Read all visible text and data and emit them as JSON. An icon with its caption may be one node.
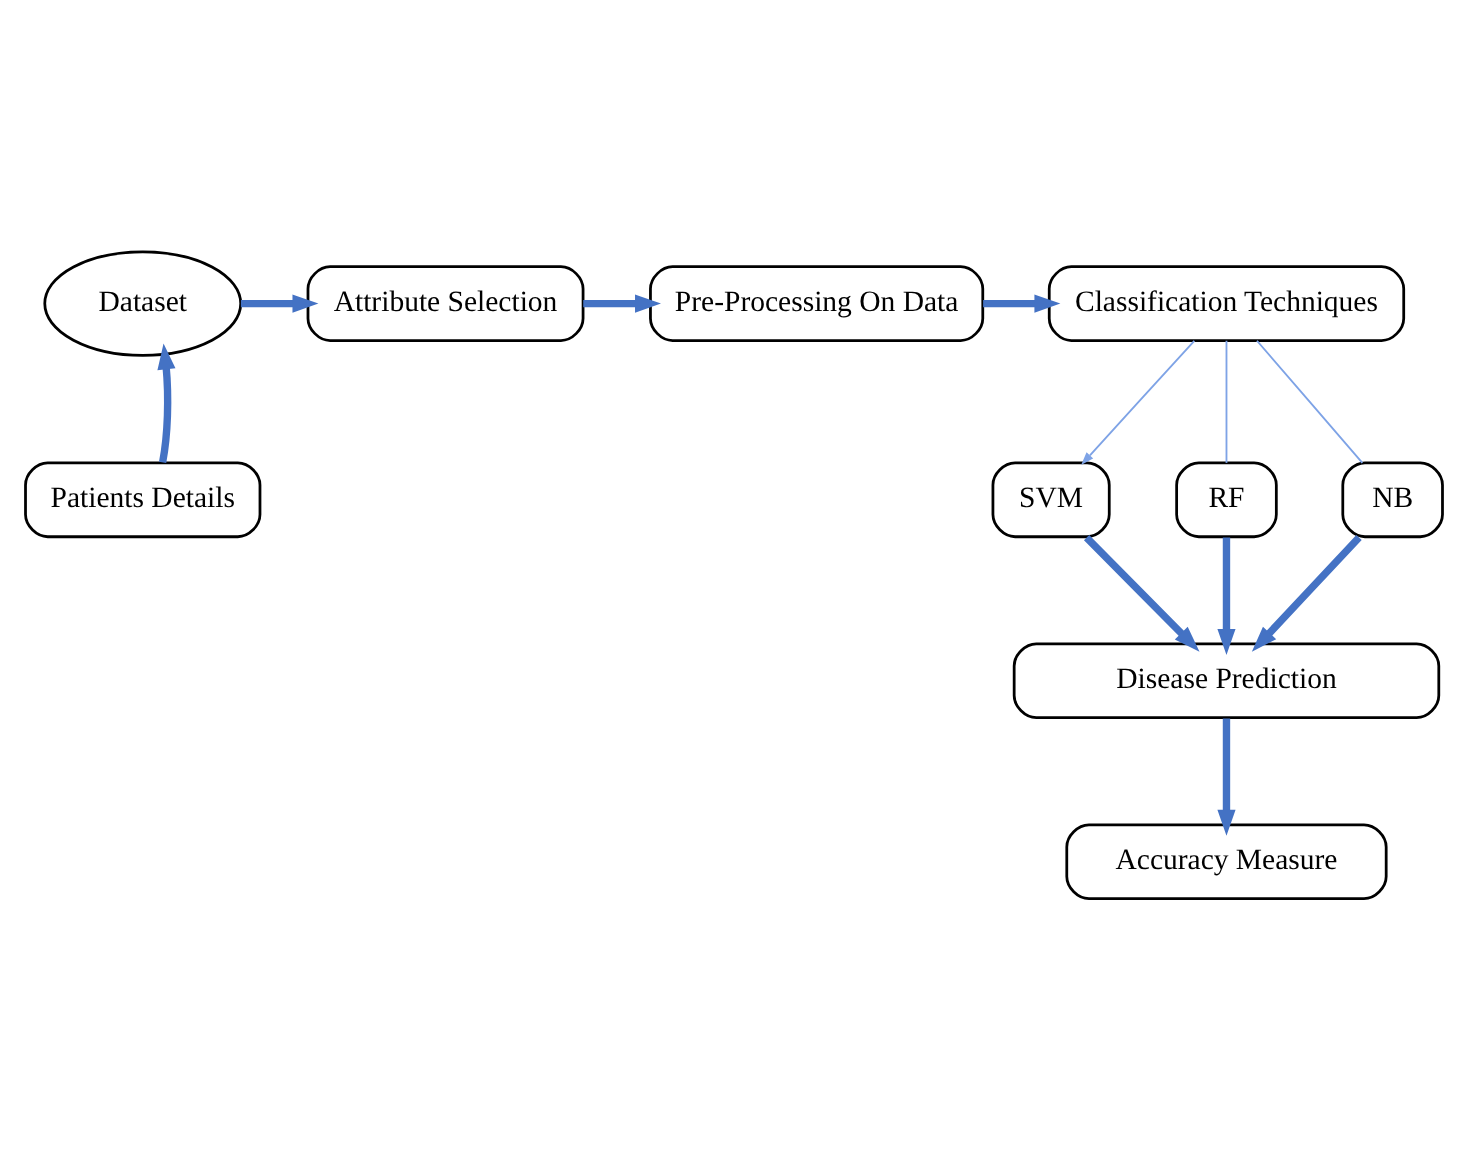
{
  "diagram": {
    "nodes": [
      {
        "text": [
          "Dataset"
        ]
      },
      {
        "text": [
          "Attribute Selection"
        ]
      },
      {
        "text": [
          "Pre-Processing On Data"
        ]
      },
      {
        "text": [
          "Classification Techniques"
        ]
      },
      {
        "text": [
          "Patients Details"
        ]
      },
      {
        "text": [
          "SVM"
        ]
      },
      {
        "text": [
          "RF"
        ]
      },
      {
        "text": [
          "NB"
        ]
      },
      {
        "text": [
          "Disease Prediction"
        ]
      },
      {
        "text": [
          "Accuracy Measure"
        ]
      }
    ],
    "edges": [
      {
        "from": 4,
        "to": 0,
        "arrow": "to"
      },
      {
        "from": 0,
        "to": 1,
        "arrow": "to"
      },
      {
        "from": 1,
        "to": 2,
        "arrow": "to"
      },
      {
        "from": 2,
        "to": 3,
        "arrow": "to"
      },
      {
        "from": 3,
        "to": 5,
        "arrow": "to",
        "color": "#7ea3e6"
      },
      {
        "from": 3,
        "to": 6,
        "arrow": "none",
        "color": "#7ea3e6"
      },
      {
        "from": 3,
        "to": 7,
        "arrow": "none",
        "color": "#7ea3e6"
      },
      {
        "from": 5,
        "to": 8,
        "arrow": "to"
      },
      {
        "from": 6,
        "to": 8,
        "arrow": "to"
      },
      {
        "from": 7,
        "to": 8,
        "arrow": "to"
      },
      {
        "from": 8,
        "to": 9,
        "arrow": "to"
      }
    ]
  }
}
